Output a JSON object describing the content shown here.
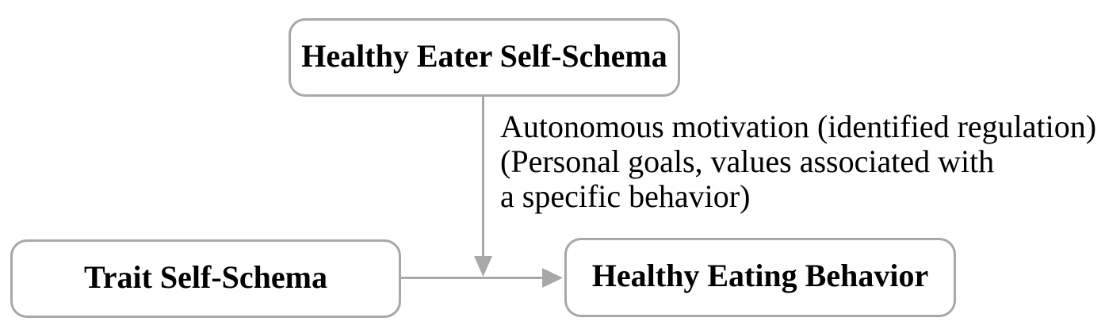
{
  "diagram": {
    "title_hint": "Moderation model of healthy eater self-schema on eating behavior",
    "nodes": [
      {
        "id": "healthy-eater-self-schema",
        "label": "Healthy Eater Self-Schema"
      },
      {
        "id": "trait-self-schema",
        "label": "Trait Self-Schema"
      },
      {
        "id": "healthy-eating-behavior",
        "label": "Healthy Eating Behavior"
      }
    ],
    "edges": [
      {
        "from": "trait-self-schema",
        "to": "healthy-eating-behavior",
        "style": "arrow"
      },
      {
        "from": "healthy-eater-self-schema",
        "to": "trait-self-schema→healthy-eating-behavior arrow",
        "style": "arrow (moderation)"
      }
    ],
    "annotation": {
      "lines": [
        "Autonomous motivation (identified regulation)",
        "(Personal goals, values associated with",
        "a specific behavior)"
      ]
    },
    "colors": {
      "line": "#a8a8ab",
      "text": "#000000",
      "background": "#ffffff"
    }
  }
}
